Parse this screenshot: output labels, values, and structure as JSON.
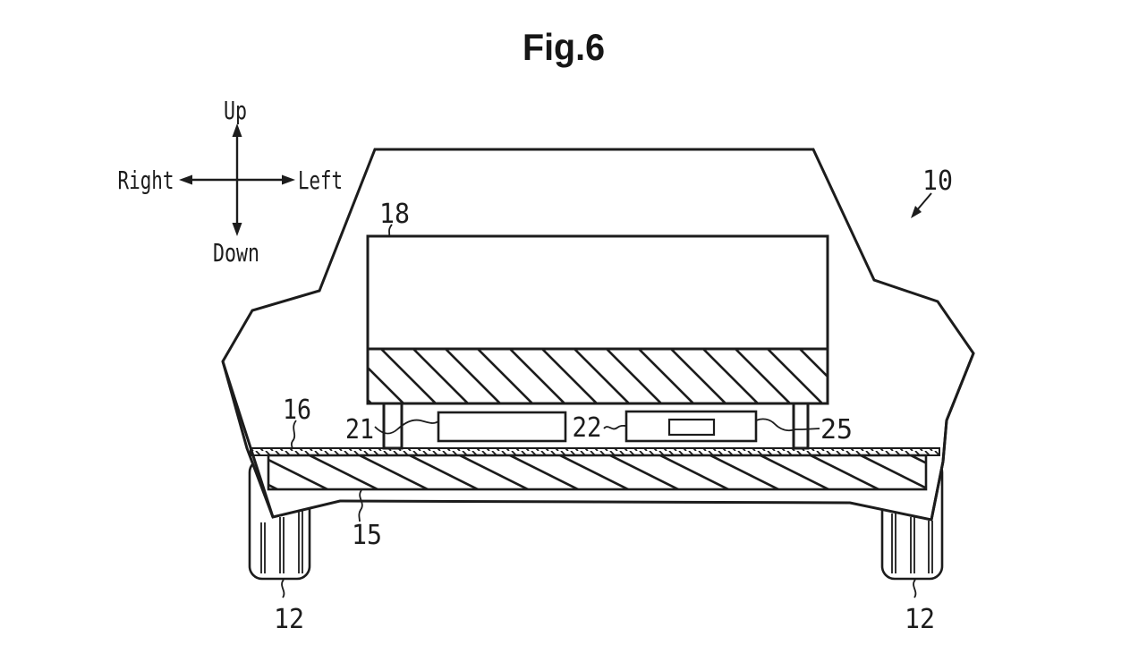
{
  "figure_title": "Fig.6",
  "compass": {
    "up": "Up",
    "down": "Down",
    "left": "Left",
    "right": "Right"
  },
  "labels": {
    "vehicle": "10",
    "wheel_left": "12",
    "wheel_right": "12",
    "under_cover": "15",
    "floor_panel": "16",
    "battery_pack": "18",
    "component_21": "21",
    "component_22": "22",
    "component_25": "25"
  },
  "colors": {
    "line": "#1c1c1c",
    "background": "#ffffff"
  }
}
